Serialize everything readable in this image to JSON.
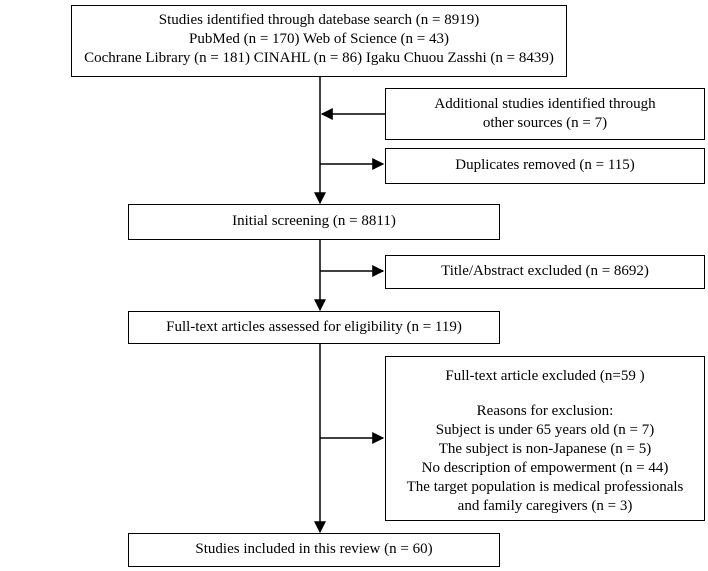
{
  "boxes": {
    "identified": {
      "lines": [
        "Studies identified through datebase search (n = 8919)",
        "PubMed (n = 170)   Web of Science (n = 43)",
        "Cochrane Library (n = 181)  CINAHL (n = 86)  Igaku Chuou Zasshi (n = 8439)"
      ]
    },
    "additional": {
      "lines": [
        "Additional studies identified through",
        "other sources (n = 7)"
      ]
    },
    "duplicates": {
      "text": "Duplicates removed (n = 115)"
    },
    "initial_screening": {
      "text": "Initial screening (n = 8811)"
    },
    "title_abstract_excluded": {
      "text": "Title/Abstract excluded (n = 8692)"
    },
    "fulltext_assessed": {
      "text": "Full-text articles assessed for eligibility (n = 119)"
    },
    "fulltext_excluded": {
      "heading": "Full-text article excluded (n=59 )",
      "reasons_title": "Reasons for exclusion:",
      "reasons": [
        "Subject is under 65 years old (n = 7)",
        "The subject is non-Japanese (n = 5)",
        "No description of empowerment (n = 44)",
        "The target population is medical professionals",
        "and family caregivers (n = 3)"
      ]
    },
    "included": {
      "text": "Studies included in this review (n = 60)"
    }
  }
}
